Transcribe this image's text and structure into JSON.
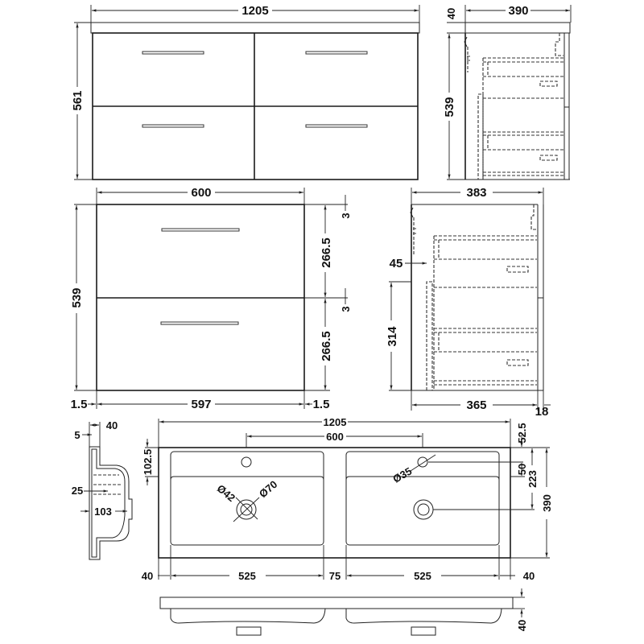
{
  "drawing": {
    "title": "Technical dimension drawing: 1205mm wall hung 4-drawer vanity unit with double basin",
    "units": "mm"
  },
  "views": {
    "front_unit": {
      "width": "1205",
      "height": "561",
      "drawers": 4
    },
    "side_unit": {
      "depth": "390",
      "worktop_thickness": "40",
      "cabinet_height": "539"
    },
    "front_single": {
      "width": "600",
      "height": "539",
      "drawer_height_top": "266.5",
      "drawer_height_bottom": "266.5",
      "gap_top": "3",
      "gap_middle": "3",
      "side_gap_left": "1.5",
      "door_width": "597",
      "side_gap_right": "1.5"
    },
    "side_single": {
      "depth": "383",
      "bracket_offset": "45",
      "bracket_height": "314",
      "carcass_depth": "365",
      "front_thickness": "18"
    },
    "basin_section": {
      "top_width": "40",
      "rim": "5",
      "inner_offset": "25",
      "bowl_depth": "103"
    },
    "basin_plan": {
      "overall_width": "1205",
      "tap_spacing": "600",
      "tap_hole_offset": "102.5",
      "back_edge": "52.5",
      "tap_to_ledge": "50",
      "waste_offset": "223",
      "overall_depth": "390",
      "tap_hole_diameter": "Ø35",
      "waste_diameter_inner": "Ø42",
      "waste_diameter_outer": "Ø70",
      "margin_left": "40",
      "bowl_width_left": "525",
      "bowl_gap": "75",
      "bowl_width_right": "525",
      "margin_right": "40"
    },
    "basin_front": {
      "thickness": "40"
    }
  }
}
